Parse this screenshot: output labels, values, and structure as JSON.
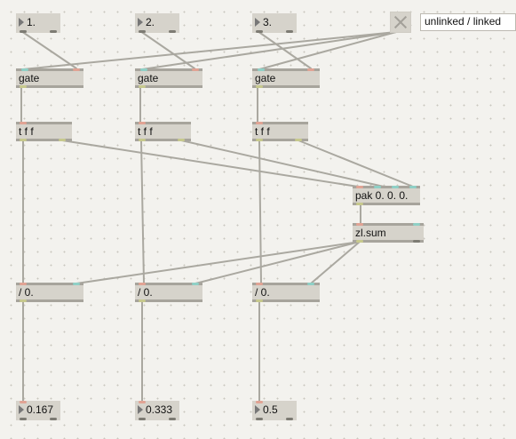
{
  "messages": {
    "m1": "1.",
    "m2": "2.",
    "m3": "3."
  },
  "comment": "unlinked / linked",
  "objects": {
    "gate1": "gate",
    "gate2": "gate",
    "gate3": "gate",
    "tff1": "t f f",
    "tff2": "t f f",
    "tff3": "t f f",
    "pak": "pak 0. 0. 0.",
    "zlsum": "zl.sum",
    "div1": "/ 0.",
    "div2": "/ 0.",
    "div3": "/ 0."
  },
  "numbers": {
    "n1": "0.167",
    "n2": "0.333",
    "n3": "0.5"
  },
  "colors": {
    "patch_background": "#f3f2ee",
    "object_fill": "#d6d3cb",
    "cord": "#aaa8a0",
    "inlet_hot": "#e1a394",
    "inlet_cold": "#8fd0c6",
    "outlet": "#c7c98d"
  }
}
